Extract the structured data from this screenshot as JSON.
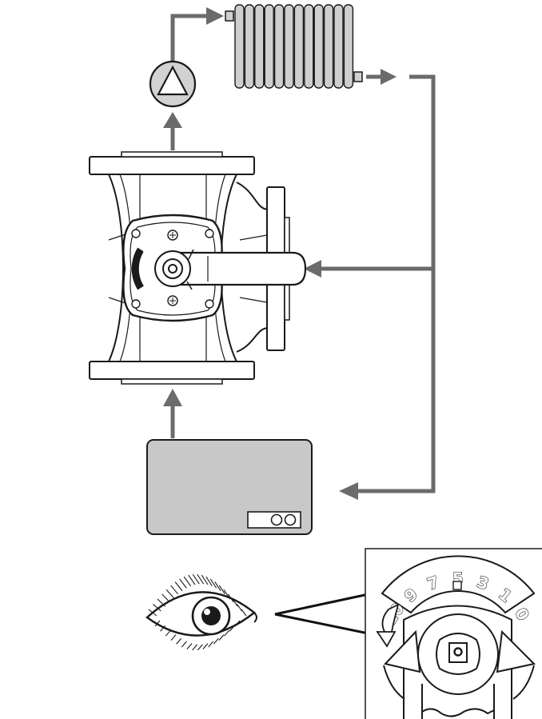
{
  "colors": {
    "pipe": "#6b6b6b",
    "radiator_fill": "#cfcfcf",
    "boiler_fill": "#c8c8c8",
    "ink": "#1a1a1a"
  },
  "components": {
    "pump": {
      "icon": "pump-triangle-icon"
    },
    "radiator": {
      "icon": "radiator-icon"
    },
    "mixing_valve": {
      "icon": "three-way-mixing-valve-icon"
    },
    "boiler": {
      "icon": "boiler-icon"
    },
    "eye": {
      "icon": "eye-icon"
    }
  },
  "valve_scale": {
    "numbers": [
      "10",
      "9",
      "7",
      "5",
      "3",
      "1",
      "0"
    ]
  },
  "small_scale": {
    "numbers": [
      "10",
      "9",
      "7",
      "5",
      "3",
      "1",
      "0"
    ]
  }
}
